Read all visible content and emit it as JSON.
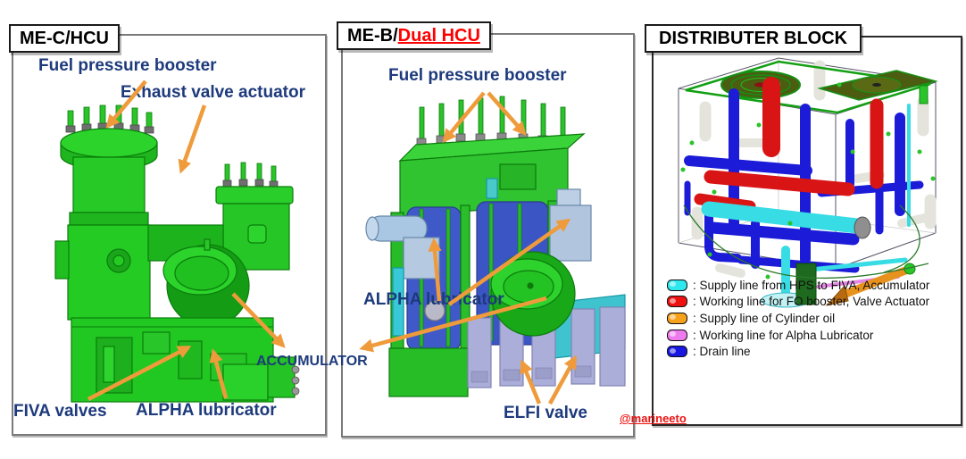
{
  "panels": {
    "me_c_hcu": {
      "title": "ME-C/HCU",
      "labels": {
        "fuel_pressure_booster": "Fuel pressure booster",
        "exhaust_valve_actuator": "Exhaust valve actuator",
        "fiva_valves": "FIVA valves",
        "alpha_lubricator": "ALPHA lubricator"
      }
    },
    "me_b_dual_hcu": {
      "title_prefix": "ME-B/",
      "title_highlight": "Dual HCU",
      "labels": {
        "fuel_pressure_booster": "Fuel pressure booster",
        "alpha_lubricator": "ALPHA lubricator",
        "elfi_valve": "ELFI valve"
      }
    },
    "shared": {
      "accumulator_label": "ACCUMULATOR"
    },
    "distributer": {
      "title": "DISTRIBUTER BLOCK",
      "legend": [
        {
          "name": "supply-hps-fiva-accumulator",
          "color": "#2ee8ee",
          "label": ": Supply line from HPS to FIVA, Accumulator"
        },
        {
          "name": "working-fo-booster-valve-actuator",
          "color": "#ee1111",
          "label": ": Working line for FO booster, Valve Actuator"
        },
        {
          "name": "supply-cylinder-oil",
          "color": "#f5a11c",
          "label": ": Supply line of Cylinder oil"
        },
        {
          "name": "working-alpha-lubricator",
          "color": "#ee7bee",
          "label": ": Working line for Alpha Lubricator"
        },
        {
          "name": "drain-line",
          "color": "#1717e0",
          "label": ": Drain line"
        }
      ]
    }
  },
  "watermark": "@marineeto",
  "colors": {
    "callout_text": "#1d3a7c",
    "arrow_orange": "#ef9b3b",
    "title_highlight_red": "#ff0000",
    "watermark_red": "#ee1111"
  }
}
